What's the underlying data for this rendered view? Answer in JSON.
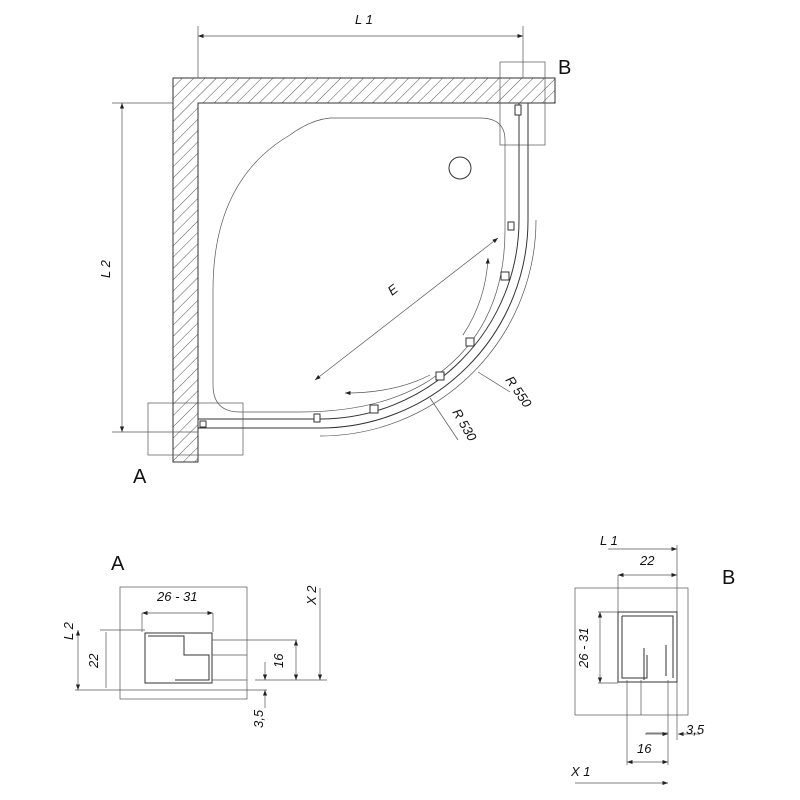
{
  "main_plan": {
    "dim_width": "L 1",
    "dim_height": "L 2",
    "dim_diagonal": "E",
    "radius_outer": "R 550",
    "radius_inner": "R 530",
    "detail_a_marker": "A",
    "detail_b_marker": "B"
  },
  "detail_a": {
    "title": "A",
    "dim_width": "26 - 31",
    "dim_l2": "L 2",
    "dim_22": "22",
    "dim_16": "16",
    "dim_35": "3,5",
    "dim_x2": "X 2"
  },
  "detail_b": {
    "title": "B",
    "dim_l1": "L 1",
    "dim_22": "22",
    "dim_width": "26 - 31",
    "dim_16": "16",
    "dim_35": "3,5",
    "dim_x1": "X 1"
  }
}
